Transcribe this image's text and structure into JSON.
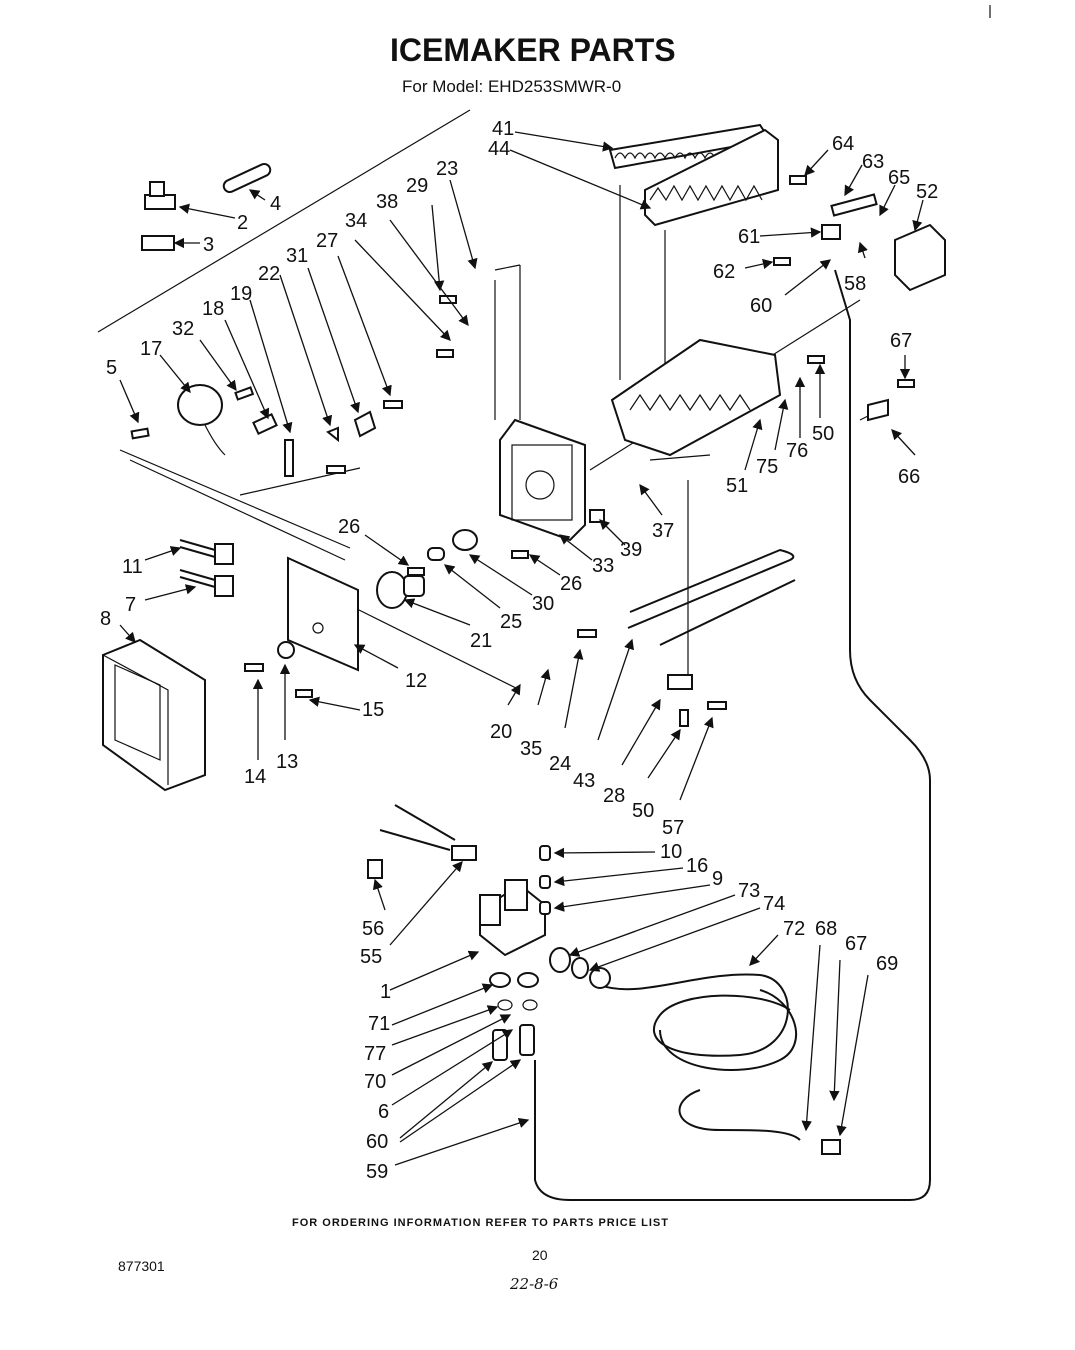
{
  "header": {
    "title": "ICEMAKER PARTS",
    "model_line": "For Model: EHD253SMWR-0"
  },
  "footer": {
    "ordering_note": "FOR ORDERING INFORMATION REFER TO PARTS PRICE LIST",
    "page_number": "20",
    "doc_number": "877301",
    "handwritten_note": "22-8-6"
  },
  "callouts": [
    "41",
    "44",
    "64",
    "63",
    "65",
    "52",
    "23",
    "29",
    "38",
    "34",
    "27",
    "31",
    "22",
    "19",
    "18",
    "32",
    "17",
    "5",
    "2",
    "3",
    "4",
    "61",
    "62",
    "60",
    "58",
    "67",
    "66",
    "50",
    "76",
    "75",
    "51",
    "37",
    "39",
    "33",
    "26",
    "26",
    "30",
    "25",
    "21",
    "12",
    "11",
    "7",
    "8",
    "13",
    "14",
    "15",
    "20",
    "35",
    "24",
    "43",
    "28",
    "50",
    "57",
    "10",
    "16",
    "9",
    "73",
    "74",
    "72",
    "68",
    "67",
    "69",
    "56",
    "55",
    "1",
    "71",
    "77",
    "70",
    "6",
    "60",
    "59"
  ]
}
